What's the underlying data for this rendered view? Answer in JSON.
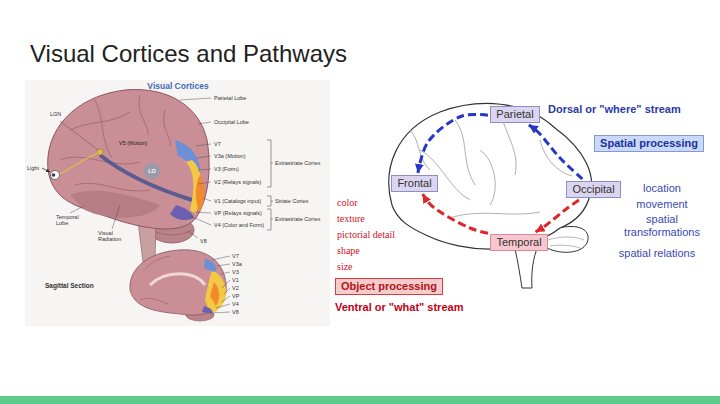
{
  "diagram": {
    "title": "Visual Cortices and Pathways",
    "nodes": [
      {
        "text": [
          "Parietal"
        ]
      },
      {
        "text": [
          "Spatial processing"
        ]
      },
      {
        "text": [
          "Frontal"
        ]
      },
      {
        "text": [
          "Occipital"
        ]
      },
      {
        "text": [
          "Temporal"
        ]
      },
      {
        "text": [
          "Object processing"
        ]
      }
    ],
    "edges": [
      {
        "from": 3,
        "to": 0,
        "arrow": "to"
      },
      {
        "from": 0,
        "to": 2,
        "arrow": "to"
      },
      {
        "from": 3,
        "to": 4,
        "arrow": "to"
      },
      {
        "from": 4,
        "to": 2,
        "arrow": "to"
      }
    ],
    "labels": [
      "Visual Cortices",
      "Parietal Lobe",
      "LGN",
      "Occipital Lobe",
      "V5 (Motion)",
      "V7",
      "V3a (Motion)",
      "Light",
      "LO",
      "V3 (Form)",
      "Extrastriate Cortex",
      "V2 (Relays signals)",
      "Temporal Lobe",
      "V1 (Catalogs input)",
      "Striate Cortex",
      "VP (Relays signals)",
      "Visual Radiation",
      "V4 (Color and Form)",
      "Extrastriate Cortex",
      "V8",
      "Sagittal Section",
      "V7",
      "V3a",
      "V3",
      "V1",
      "V2",
      "VP",
      "V4",
      "V8",
      "Dorsal or \"where\" stream",
      "location",
      "movement",
      "spatial transformations",
      "spatial relations",
      "color",
      "texture",
      "pictorial detail",
      "shape",
      "size",
      "Ventral or \"what\" stream"
    ]
  }
}
